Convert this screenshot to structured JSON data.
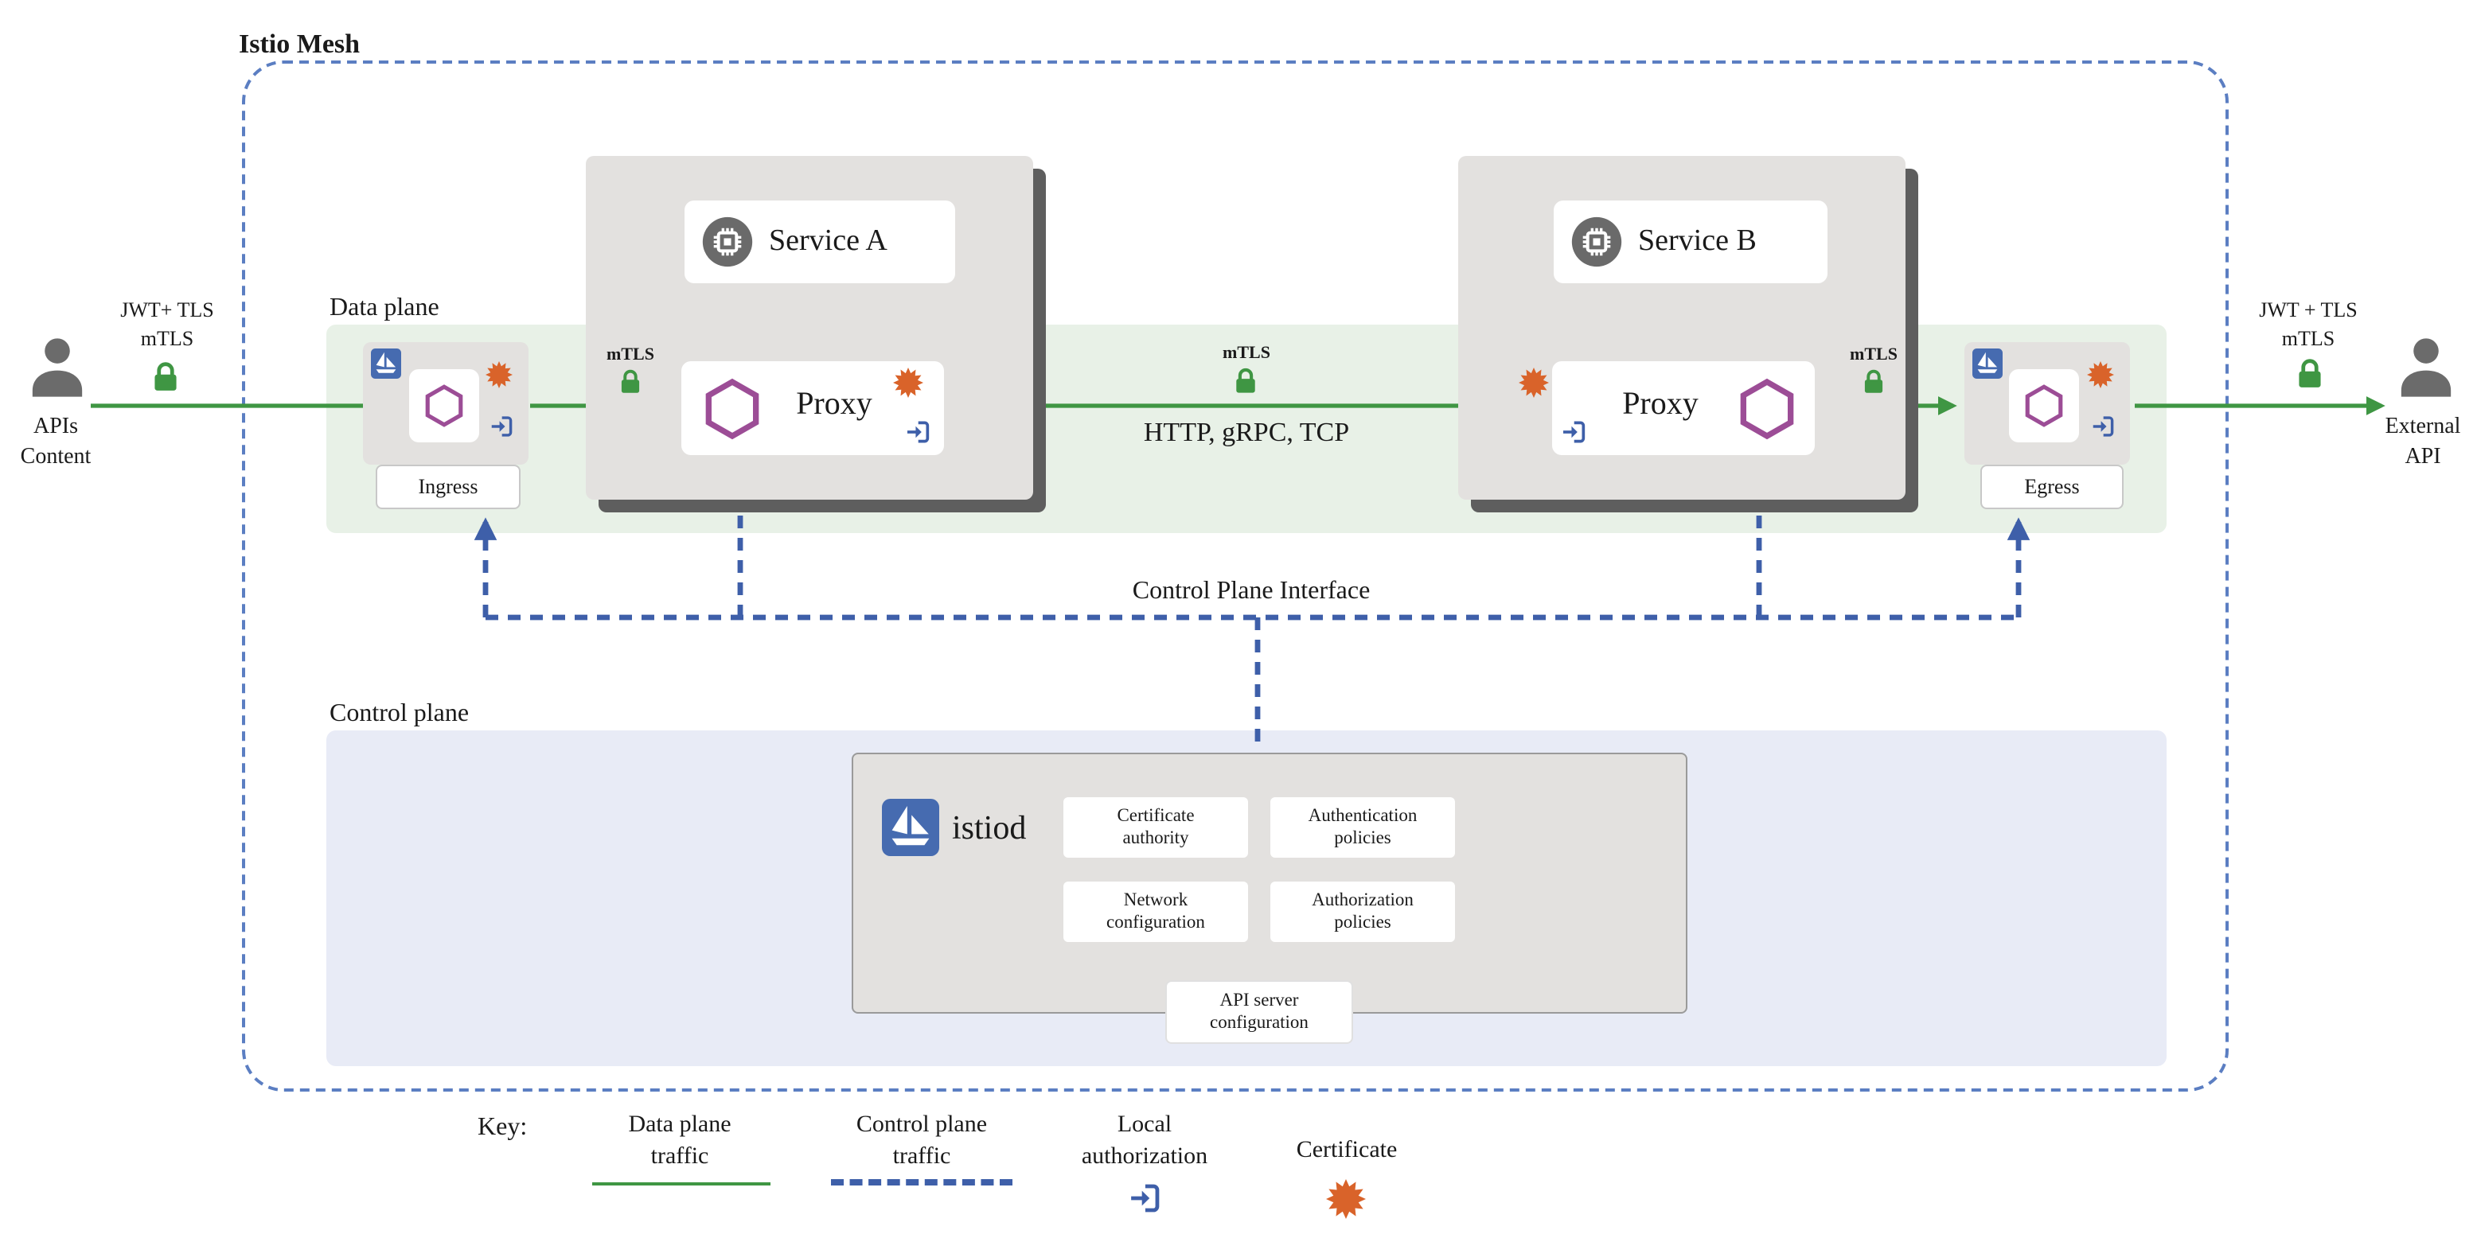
{
  "diagram_title": "Istio Mesh",
  "left_actor": {
    "label": "APIs\nContent",
    "arrow_label": "JWT+ TLS\nmTLS"
  },
  "right_actor": {
    "label": "External\nAPI",
    "arrow_label": "JWT + TLS\nmTLS"
  },
  "data_plane": {
    "label": "Data plane",
    "ingress": {
      "label": "Ingress"
    },
    "egress": {
      "label": "Egress"
    },
    "service_a": {
      "label": "Service A",
      "proxy_label": "Proxy",
      "mtls_label": "mTLS"
    },
    "service_b": {
      "label": "Service B",
      "proxy_label": "Proxy",
      "mtls_label": "mTLS"
    },
    "center_link": {
      "mtls_label": "mTLS",
      "protocols_label": "HTTP, gRPC, TCP"
    }
  },
  "control_plane": {
    "label": "Control plane",
    "interface_label": "Control Plane Interface",
    "istiod": {
      "label": "istiod",
      "components": [
        "Certificate\nauthority",
        "Authentication\npolicies",
        "Network\nconfiguration",
        "Authorization\npolicies",
        "API server\nconfiguration"
      ]
    }
  },
  "key": {
    "label": "Key:",
    "data_plane_traffic": "Data plane\ntraffic",
    "control_plane_traffic": "Control plane\ntraffic",
    "local_authorization": "Local\nauthorization",
    "certificate": "Certificate"
  },
  "colors": {
    "data_plane_green": "#3f9643",
    "control_plane_blue": "#3e5fa9",
    "mesh_border_blue": "#5b7ec2",
    "proxy_purple": "#9c4d96",
    "certificate_orange": "#d9632a",
    "istio_blue": "#466bb0",
    "data_plane_band": "#e8f1e7",
    "control_plane_band": "#e8ebf6",
    "card_gray": "#e3e1df",
    "shadow_gray": "#5e5e5e"
  }
}
